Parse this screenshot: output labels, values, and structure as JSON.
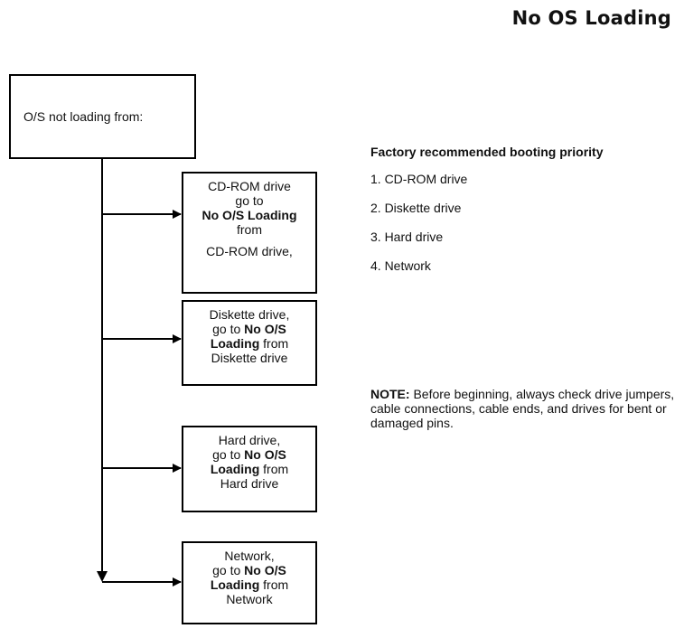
{
  "page_title": "No OS Loading",
  "root_box": {
    "text": "O/S not loading from:"
  },
  "destinations": [
    {
      "name": "cdrom",
      "line1": "CD-ROM drive",
      "line2": "go to",
      "bold": "No O/S Loading",
      "line3": "from",
      "line4": "CD-ROM drive,"
    },
    {
      "name": "diskette",
      "line1": "Diskette drive,",
      "line2": "go to ",
      "bold1": "No O/S",
      "bold2": "Loading",
      "line3": " from",
      "line4": "Diskette drive"
    },
    {
      "name": "hard",
      "line1": "Hard drive,",
      "line2": "go to ",
      "bold1": "No O/S",
      "bold2": "Loading",
      "line3": " from",
      "line4": "Hard drive"
    },
    {
      "name": "network",
      "line1": "Network,",
      "line2": "go to ",
      "bold1": "No O/S",
      "bold2": "Loading",
      "line3": " from",
      "line4": "Network"
    }
  ],
  "priority": {
    "title": "Factory recommended booting priority",
    "items": [
      "1. CD-ROM drive",
      "2. Diskette drive",
      "3. Hard drive",
      "4. Network"
    ]
  },
  "note": {
    "label": "NOTE:",
    "text": " Before beginning, always check drive jumpers, cable connections, cable ends, and drives for bent or damaged pins."
  }
}
